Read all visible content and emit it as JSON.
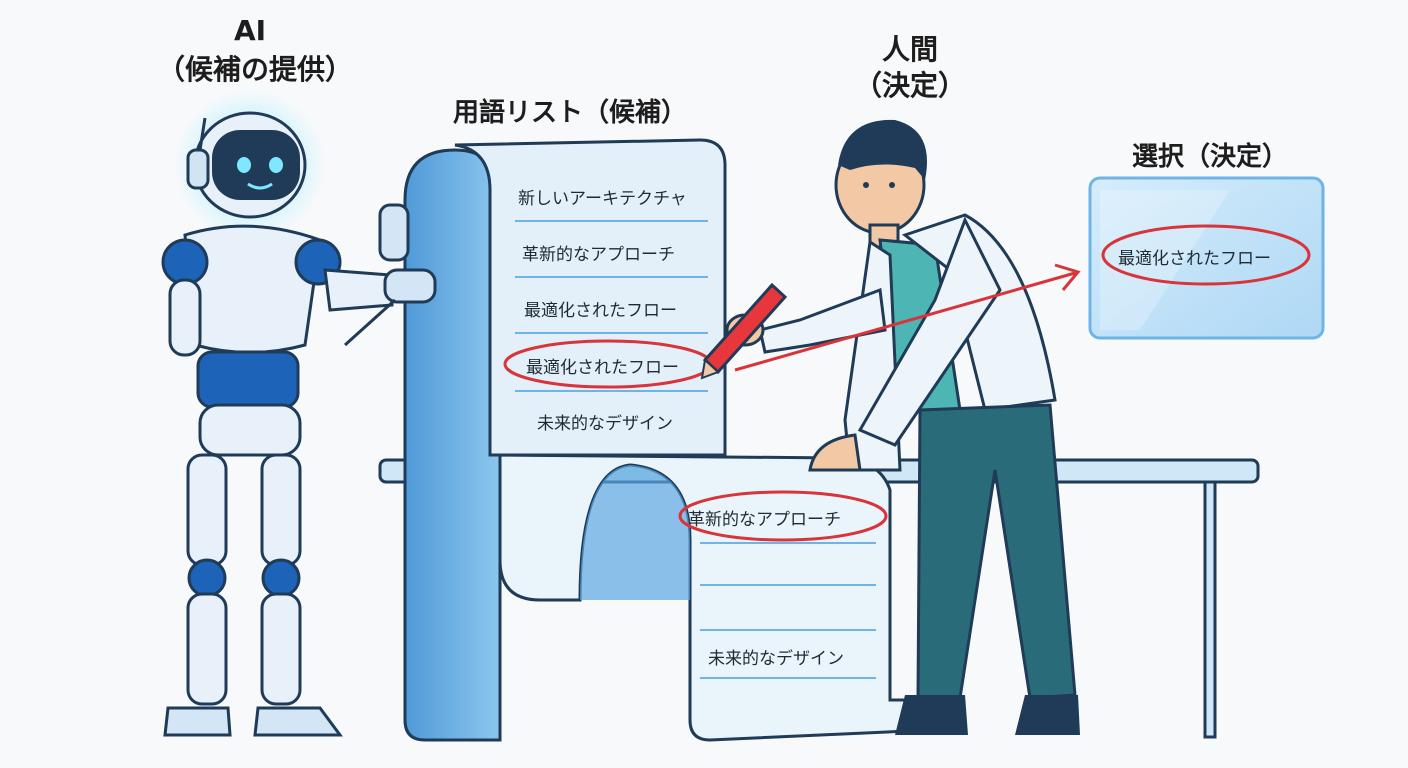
{
  "labels": {
    "ai_title": "AI",
    "ai_subtitle": "（候補の提供）",
    "list_title": "用語リスト（候補）",
    "human_title": "人間",
    "human_subtitle": "（決定）",
    "selection_title": "選択（決定）"
  },
  "list_terms": [
    "新しいアーキテクチャ",
    "革新的なアプローチ",
    "最適化されたフロー",
    "最適化されたフロー",
    "未来的なデザイン"
  ],
  "lower_terms": [
    "革新的なアプローチ",
    "未来的なデザイン"
  ],
  "selected_term": "最適化されたフロー",
  "colors": {
    "outline": "#1f3b57",
    "highlight": "#d8343a",
    "scroll": "#5aa6df",
    "scroll_light": "#dcecf8",
    "robot_accent": "#1d63b8",
    "coat": "#eef5fa",
    "pants": "#2a6b7a"
  },
  "icons": [
    "robot-figure",
    "scientist-figure",
    "red-pencil-icon",
    "arrow-icon"
  ]
}
